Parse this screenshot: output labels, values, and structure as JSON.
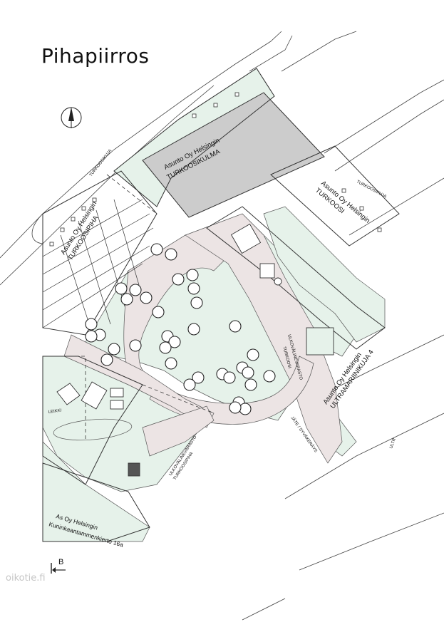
{
  "title": "Pihapiirros",
  "streets": {
    "turkoosikuja_left": "TURKOOSIKUJA",
    "turkoosikuja_right": "TURKOOSIKUJA",
    "ultramariinikuja_edge": "ULTR"
  },
  "buildings": {
    "turkoosikulma": {
      "line1": "Asunto Oy Helsingin",
      "line2": "TURKOOSIKULMA"
    },
    "turkoosi": {
      "line1": "Asunto Oy Helsingin",
      "line2": "TURKOOSI"
    },
    "turkoosipiha": {
      "line1": "Asunto Oy Helsingin",
      "line2": "TURKOOSIPIHA"
    },
    "ultramariinikuja": {
      "line1": "Asunto Oy Helsingin",
      "line2": "ULTRAMARIINIKUJA 4"
    },
    "kuninkaantammenkierto": {
      "line1": "As Oy Helsingin",
      "line2": "Kuninkaantammenkierto 16a"
    }
  },
  "storages": {
    "turkoosi": {
      "line1": "ULKOVÄLINEVARASTO",
      "line2": "TURKOOSI"
    },
    "turkoosipiha": {
      "line1": "ULKOVÄLINEVARASTO",
      "line2": "TURKOOSIPIHA"
    }
  },
  "labels": {
    "jate": "JÄTE / SYVÄKERÄYS",
    "leikki": "LEIKKI",
    "section_letter": "B"
  },
  "watermark": "oikotie.fi",
  "colors": {
    "green_area": "#e6f2ea",
    "path": "#ece4e4",
    "building_grey": "#cccccc",
    "line": "#333333"
  }
}
